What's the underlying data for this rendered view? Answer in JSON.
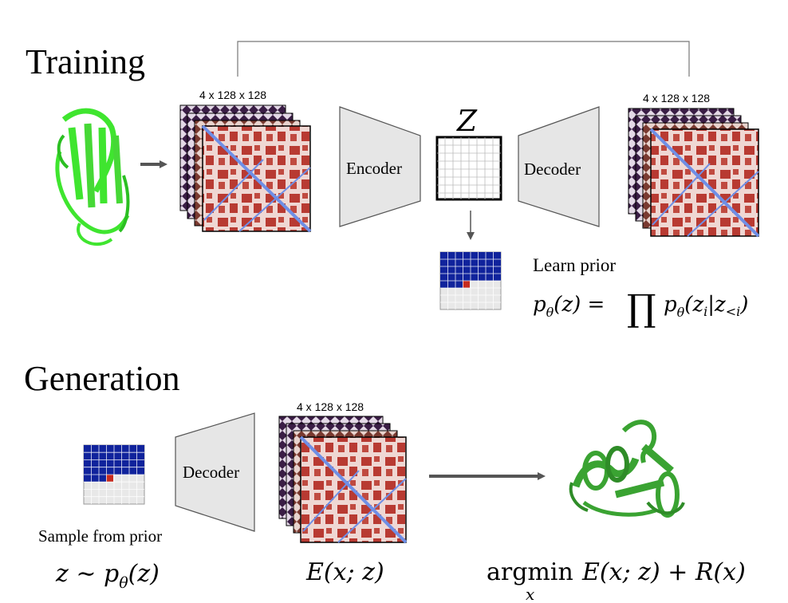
{
  "training": {
    "heading": "Training",
    "input_dims_label": "4 x 128 x 128",
    "encoder_label": "Encoder",
    "latent_label": "Z",
    "decoder_label": "Decoder",
    "output_dims_label": "4 x 128 x 128",
    "prior_caption": "Learn prior",
    "prior_formula": {
      "lhs_p": "p",
      "lhs_theta": "θ",
      "lhs_arg": "(z) =",
      "product": "∏",
      "rhs_p": "p",
      "rhs_theta": "θ",
      "rhs_open": "(z",
      "rhs_i": "i",
      "rhs_bar": "|z",
      "rhs_lt": "<i",
      "rhs_close": ")"
    }
  },
  "generation": {
    "heading": "Generation",
    "decoder_label": "Decoder",
    "dims_label": "4 x 128 x 128",
    "sample_caption": "Sample from prior",
    "sample_formula": {
      "z": "z ∼ p",
      "theta": "θ",
      "arg": "(z)"
    },
    "energy_formula": "E(x; z)",
    "objective_formula": {
      "argmin": "argmin",
      "sub": "x",
      "expr": "E(x; z) + R(x)"
    }
  },
  "colors": {
    "trapezoid_fill": "#e6e6e6",
    "contact_red": "#b83a32",
    "contact_light": "#efd7d3",
    "contact_blue": "#6f8fe6",
    "prior_blue": "#10239c",
    "prior_red": "#c62b1f",
    "protein_train": "#3fe52f",
    "protein_gen": "#3aa332",
    "arrow": "#555555"
  },
  "icons": [
    "protein-ribbon-icon",
    "contact-map-stack-icon",
    "latent-grid-icon",
    "prior-grid-icon"
  ]
}
